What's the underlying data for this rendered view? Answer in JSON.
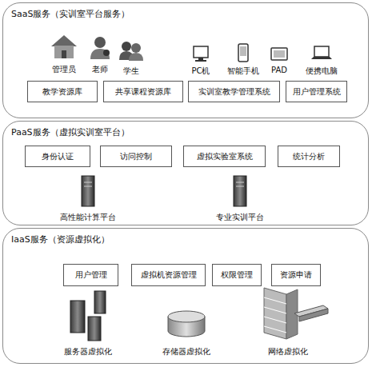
{
  "diagram": {
    "nodes": [
      {
        "text": [
          "SaaS服务（实训室平台服务）"
        ]
      },
      {
        "text": [
          "教学资源库"
        ],
        "in": 0
      },
      {
        "text": [
          "共享课程资源库"
        ],
        "in": 0
      },
      {
        "text": [
          "实训室教学管理系统"
        ],
        "in": 0
      },
      {
        "text": [
          "用户管理系统"
        ],
        "in": 0
      },
      {
        "text": [
          "PaaS服务（虚拟实训室平台）"
        ]
      },
      {
        "text": [
          "身份认证"
        ],
        "in": 5
      },
      {
        "text": [
          "访问控制"
        ],
        "in": 5
      },
      {
        "text": [
          "虚拟实验室系统"
        ],
        "in": 5
      },
      {
        "text": [
          "统计分析"
        ],
        "in": 5
      },
      {
        "text": [
          "IaaS服务（资源虚拟化）"
        ]
      },
      {
        "text": [
          "用户管理"
        ],
        "in": 10
      },
      {
        "text": [
          "虚拟机资源管理"
        ],
        "in": 10
      },
      {
        "text": [
          "权限管理"
        ],
        "in": 10
      },
      {
        "text": [
          "资源申请"
        ],
        "in": 10
      }
    ],
    "labels": [
      "管理员",
      "老师",
      "学生",
      "PC机",
      "智能手机",
      "PAD",
      "便携电脑",
      "高性能计算平台",
      "专业实训平台",
      "服务器虚拟化",
      "存储器虚拟化",
      "网络虚拟化"
    ]
  }
}
